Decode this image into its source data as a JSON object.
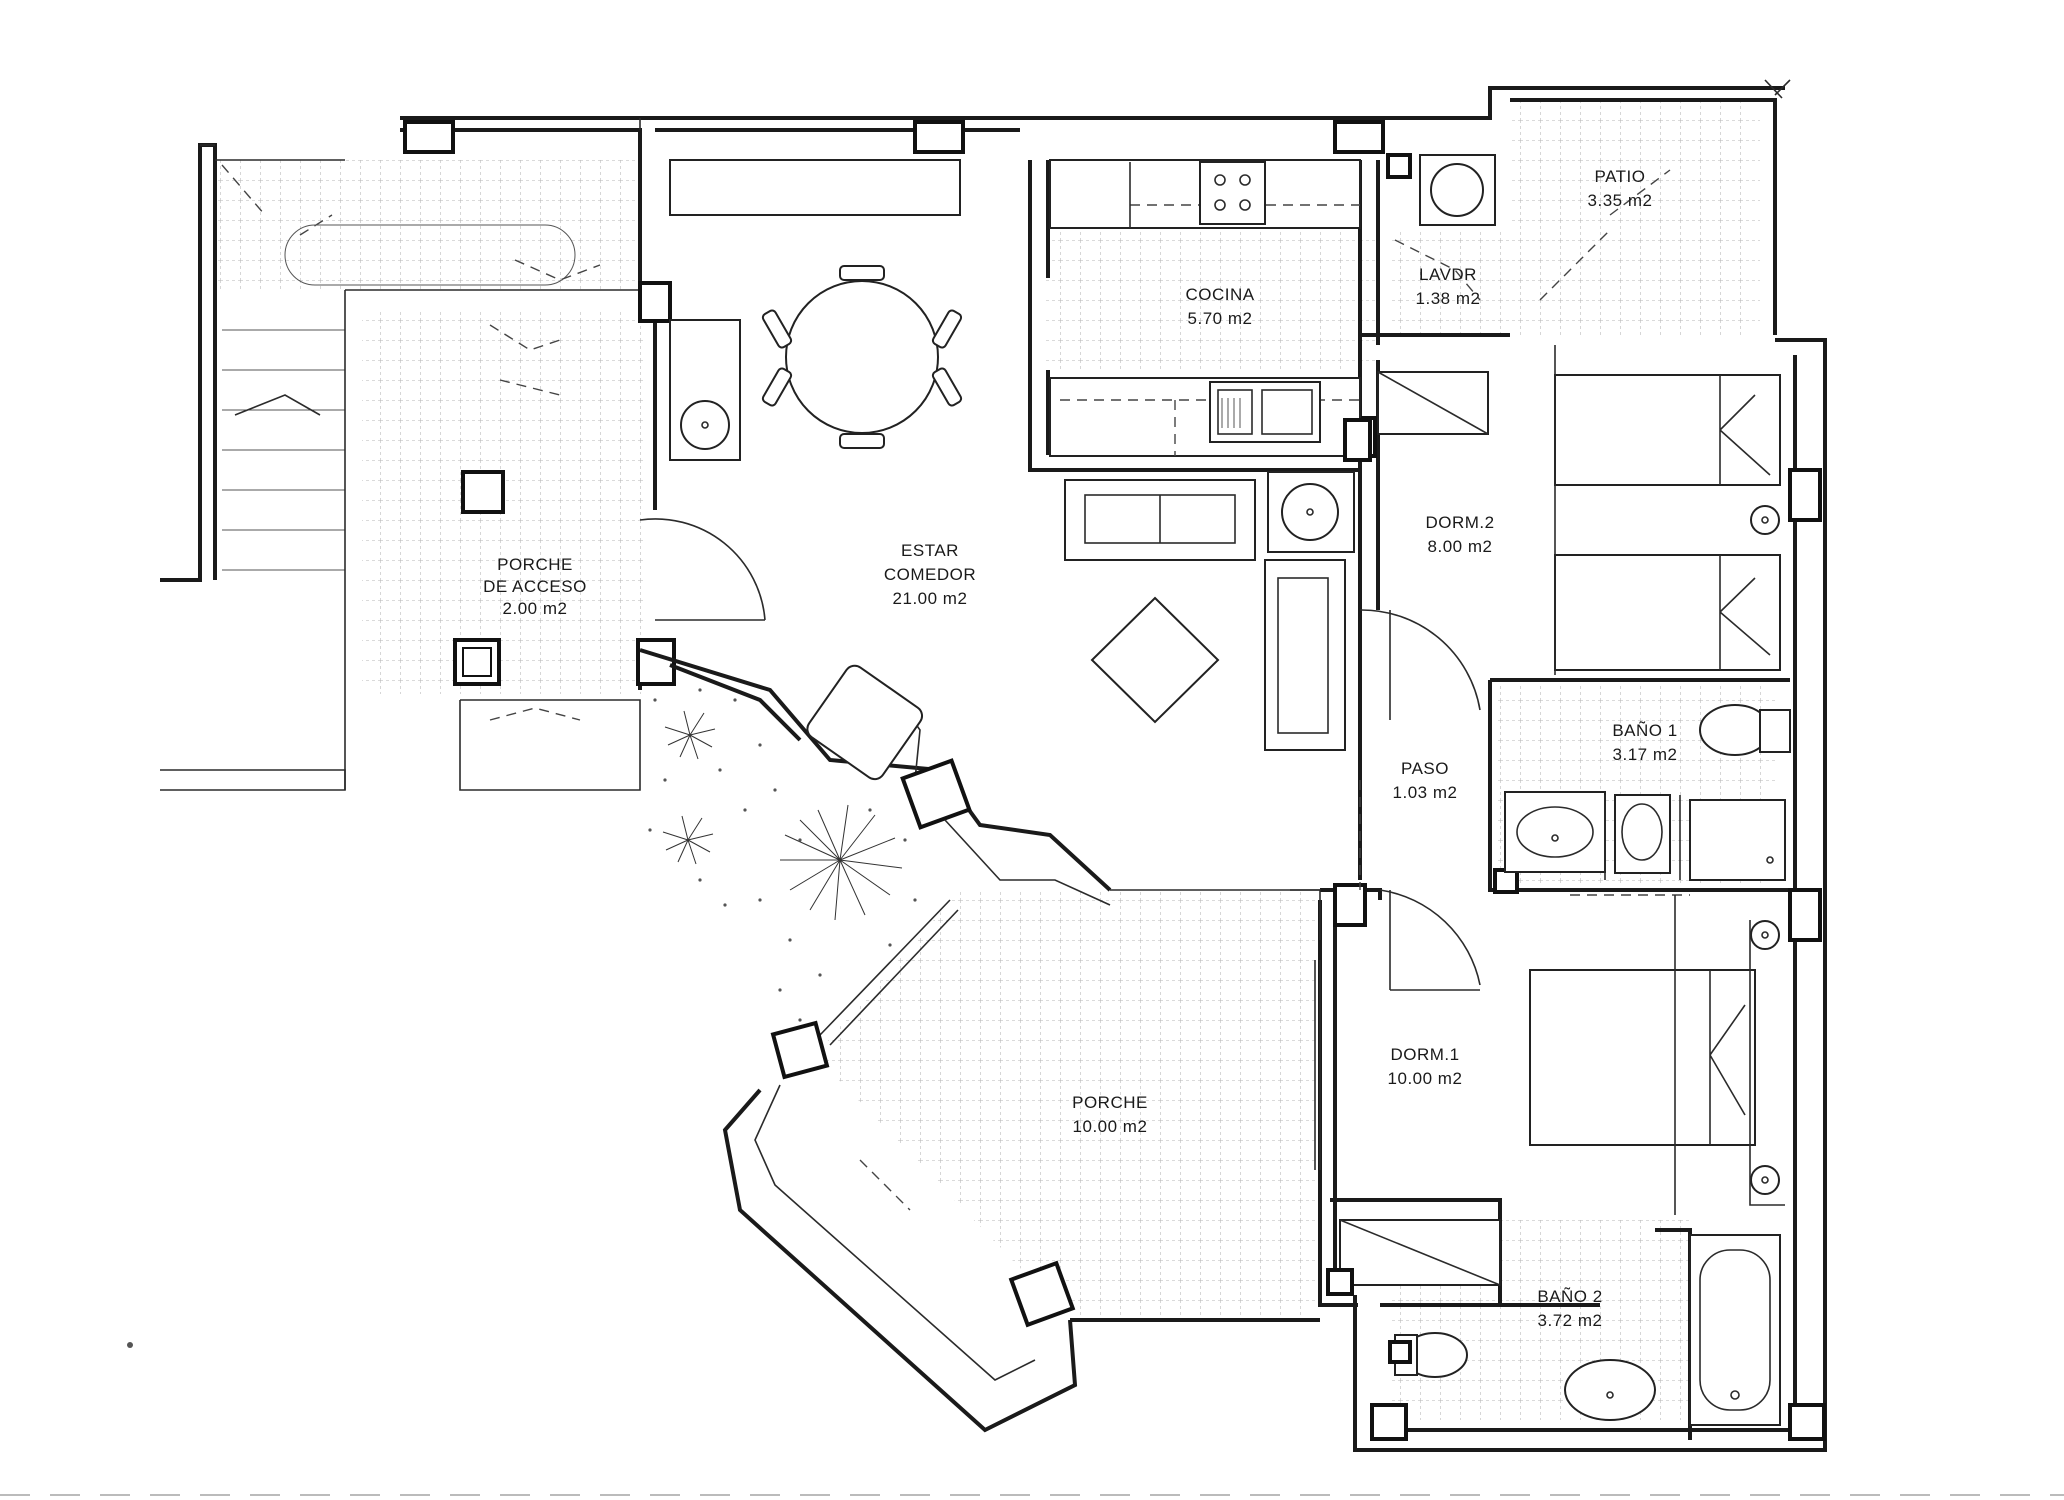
{
  "plan": {
    "rooms": [
      {
        "id": "porche-acceso",
        "label": "PORCHE",
        "label2": "DE ACCESO",
        "area": "2.00 m2"
      },
      {
        "id": "estar-comedor",
        "label": "ESTAR",
        "label2": "COMEDOR",
        "area": "21.00 m2"
      },
      {
        "id": "cocina",
        "label": "COCINA",
        "area": "5.70 m2"
      },
      {
        "id": "lavadero",
        "label": "LAVDR",
        "area": "1.38 m2"
      },
      {
        "id": "patio",
        "label": "PATIO",
        "area": "3.35 m2"
      },
      {
        "id": "dorm2",
        "label": "DORM.2",
        "area": "8.00 m2"
      },
      {
        "id": "bano1",
        "label": "BAÑO 1",
        "area": "3.17 m2"
      },
      {
        "id": "paso",
        "label": "PASO",
        "area": "1.03 m2"
      },
      {
        "id": "dorm1",
        "label": "DORM.1",
        "area": "10.00 m2"
      },
      {
        "id": "porche",
        "label": "PORCHE",
        "area": "10.00 m2"
      },
      {
        "id": "bano2",
        "label": "BAÑO 2",
        "area": "3.72 m2"
      }
    ]
  }
}
